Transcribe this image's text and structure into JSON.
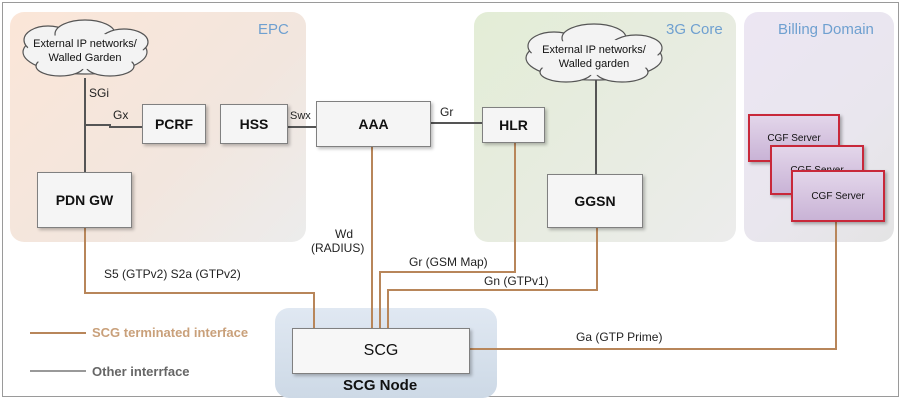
{
  "regions": {
    "epc": "EPC",
    "core3g": "3G Core",
    "billing": "Billing Domain",
    "scg_node": "SCG Node"
  },
  "clouds": {
    "left_line1": "External IP networks/",
    "left_line2": "Walled Garden",
    "right_line1": "External IP networks/",
    "right_line2": "Walled garden"
  },
  "nodes": {
    "pcrf": "PCRF",
    "hss": "HSS",
    "aaa": "AAA",
    "hlr": "HLR",
    "pdn_gw": "PDN GW",
    "ggsn": "GGSN",
    "scg": "SCG",
    "cgf1": "CGF Server",
    "cgf2": "CGF Server",
    "cgf3": "CGF Server"
  },
  "interfaces": {
    "sgi": "SGi",
    "gx": "Gx",
    "swx": "Swx",
    "gr_top": "Gr",
    "wd": "Wd",
    "radius": "(RADIUS)",
    "gr_gsm": "Gr (GSM Map)",
    "gn": "Gn (GTPv1)",
    "s5s2a": "S5 (GTPv2) S2a (GTPv2)",
    "ga": "Ga (GTP Prime)"
  },
  "legend": {
    "scg_terminated": "SCG terminated interface",
    "other": "Other interrface"
  },
  "colors": {
    "scg_line": "#b8865a",
    "other_line": "#555555",
    "epc_bg": "#f8e4d7",
    "core_bg": "#e6eddc",
    "billing_bg": "#ebe5f1",
    "scg_node_bg": "#d8e3ef",
    "region_title": "#6fa0d0"
  }
}
